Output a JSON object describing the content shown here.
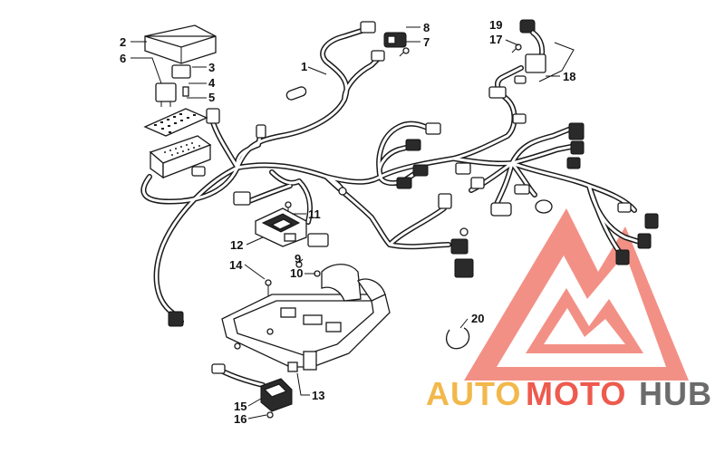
{
  "labels": {
    "l1": "1",
    "l2": "2",
    "l3": "3",
    "l4": "4",
    "l5": "5",
    "l6": "6",
    "l7": "7",
    "l8": "8",
    "l9": "9",
    "l10": "10",
    "l11": "11",
    "l12": "12",
    "l13": "13",
    "l14": "14",
    "l15": "15",
    "l16": "16",
    "l17": "17",
    "l18": "18",
    "l19": "19",
    "l20": "20"
  },
  "watermark": {
    "part_auto": "AUTO",
    "part_moto": "MOTO",
    "part_hub": "HUB",
    "color_auto": "#f2b84b",
    "color_moto": "#ee5a4e",
    "color_hub": "#6b6b6b",
    "logo_color": "#ef6b5e"
  }
}
